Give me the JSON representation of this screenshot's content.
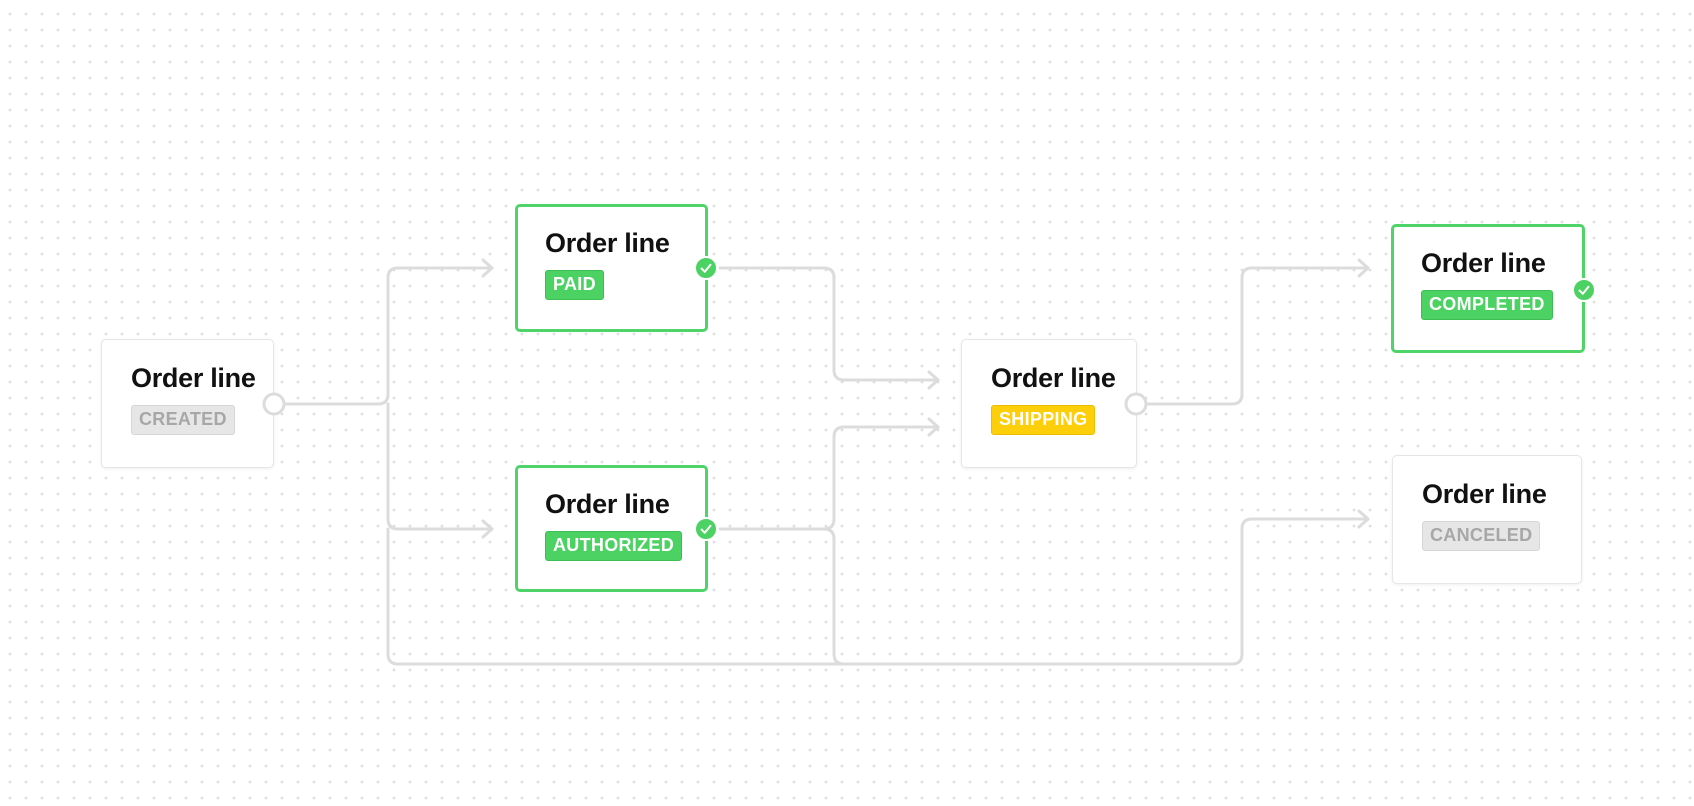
{
  "diagram": {
    "nodes": [
      {
        "id": "created",
        "title": "Order line",
        "status": "CREATED",
        "state": "neutral"
      },
      {
        "id": "paid",
        "title": "Order line",
        "status": "PAID",
        "state": "done"
      },
      {
        "id": "authorized",
        "title": "Order line",
        "status": "AUTHORIZED",
        "state": "done"
      },
      {
        "id": "shipping",
        "title": "Order line",
        "status": "SHIPPING",
        "state": "active"
      },
      {
        "id": "completed",
        "title": "Order line",
        "status": "COMPLETED",
        "state": "done"
      },
      {
        "id": "canceled",
        "title": "Order line",
        "status": "CANCELED",
        "state": "neutral"
      }
    ],
    "edges": [
      {
        "from": "created",
        "to": "paid"
      },
      {
        "from": "created",
        "to": "authorized"
      },
      {
        "from": "created",
        "to": "canceled"
      },
      {
        "from": "paid",
        "to": "shipping"
      },
      {
        "from": "authorized",
        "to": "shipping"
      },
      {
        "from": "authorized",
        "to": "canceled"
      },
      {
        "from": "shipping",
        "to": "completed"
      }
    ]
  },
  "colors": {
    "success": "#4cd163",
    "success_border": "#4fd46a",
    "warning": "#fccf0a",
    "neutral_badge": "#e6e6e6",
    "connector": "#dcdcdc",
    "dot_grid": "#dddddd"
  },
  "icons": {
    "completed_marker": "check-circle-icon",
    "open_port": "hollow-circle-port-icon",
    "arrow": "arrow-head-icon"
  }
}
